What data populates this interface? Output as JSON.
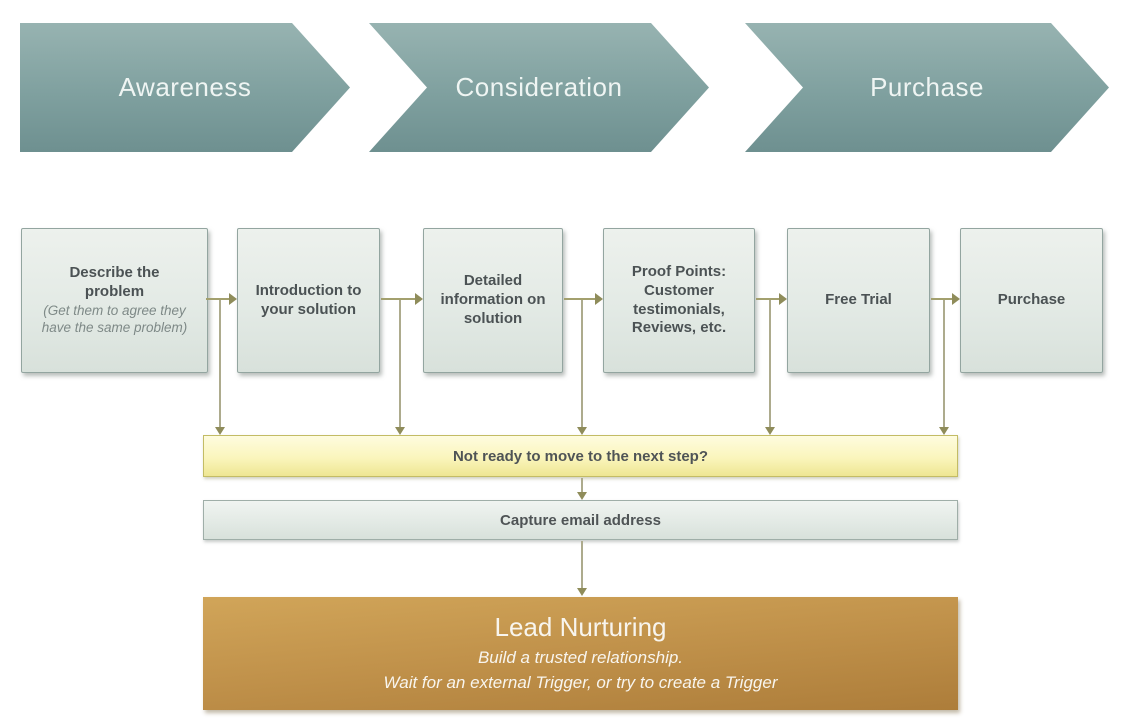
{
  "funnel_stages": [
    {
      "label": "Awareness"
    },
    {
      "label": "Consideration"
    },
    {
      "label": "Purchase"
    }
  ],
  "journey_steps": [
    {
      "title": "Describe the problem",
      "note": "(Get them to agree they have the same problem)"
    },
    {
      "title": "Introduction to your solution"
    },
    {
      "title": "Detailed information on solution"
    },
    {
      "title": "Proof Points: Customer testimonials, Reviews, etc."
    },
    {
      "title": "Free Trial"
    },
    {
      "title": "Purchase"
    }
  ],
  "offramp": {
    "question_label": "Not ready to move to the next step?",
    "capture_label": "Capture email address"
  },
  "lead_nurturing": {
    "title": "Lead Nurturing",
    "subtitle_line1": "Build a trusted relationship.",
    "subtitle_line2": "Wait for an external Trigger, or try to create a Trigger"
  },
  "colors": {
    "stage_teal_top": "#97B3B1",
    "stage_teal_bottom": "#6E9090",
    "step_box_fill_top": "#EDF1ED",
    "step_box_fill_bottom": "#D8E1DB",
    "step_box_border": "#93A5A0",
    "connector_olive": "#A3A06E",
    "arrowhead_olive": "#8F8C5A",
    "offramp_yellow_top": "#FEFCDF",
    "offramp_yellow_bottom": "#EEE692",
    "offramp_border": "#C3BC65",
    "lead_gold_top": "#D1A559",
    "lead_gold_bottom": "#AD7D3A",
    "text_dark": "#4B5254",
    "text_white": "#F8F5EE"
  }
}
